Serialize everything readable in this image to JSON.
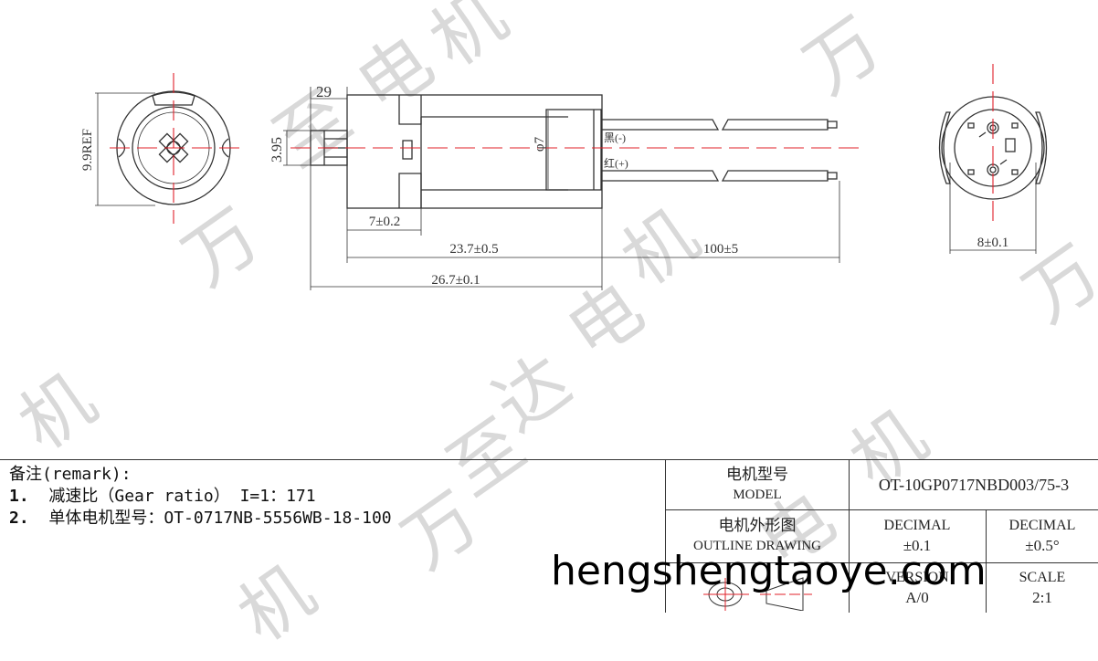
{
  "watermark": {
    "char_wan": "万",
    "char_zhi": "至",
    "char_da": "达",
    "char_dian": "电",
    "char_ji": "机",
    "site": "hengshengtaoye.com"
  },
  "drawing": {
    "front_view": {
      "diameter_label": "9.9REF"
    },
    "side_view": {
      "dim_shaft_length": "29",
      "dim_shaft_height": "3.95",
      "dim_can_diameter": "φ7",
      "dim_gearbox_length": "7±0.2",
      "dim_body_length": "23.7±0.5",
      "dim_total_length": "26.7±0.1",
      "dim_lead_length": "100±5",
      "wire_black_label": "黑(-)",
      "wire_red_label": "红(+)"
    },
    "rear_view": {
      "width_label": "8±0.1"
    },
    "colors": {
      "centerline": "#e0202a",
      "outline": "#333333"
    }
  },
  "remarks": {
    "title": "备注(remark):",
    "items": [
      {
        "num": "1.",
        "text": "减速比（Gear ratio） I=1：171"
      },
      {
        "num": "2.",
        "text": "单体电机型号：OT-0717NB-5556WB-18-100"
      }
    ]
  },
  "title_block": {
    "model_label_cn": "电机型号",
    "model_label_en": "MODEL",
    "model_value": "OT-10GP0717NBD003/75-3",
    "outline_label_cn": "电机外形图",
    "outline_label_en": "OUTLINE DRAWING",
    "decimal1_label": "DECIMAL",
    "decimal1_value": "±0.1",
    "decimal2_label": "DECIMAL",
    "decimal2_value": "±0.5°",
    "version_label": "VERSION",
    "version_value": "A/0",
    "scale_label": "SCALE",
    "scale_value": "2:1"
  }
}
